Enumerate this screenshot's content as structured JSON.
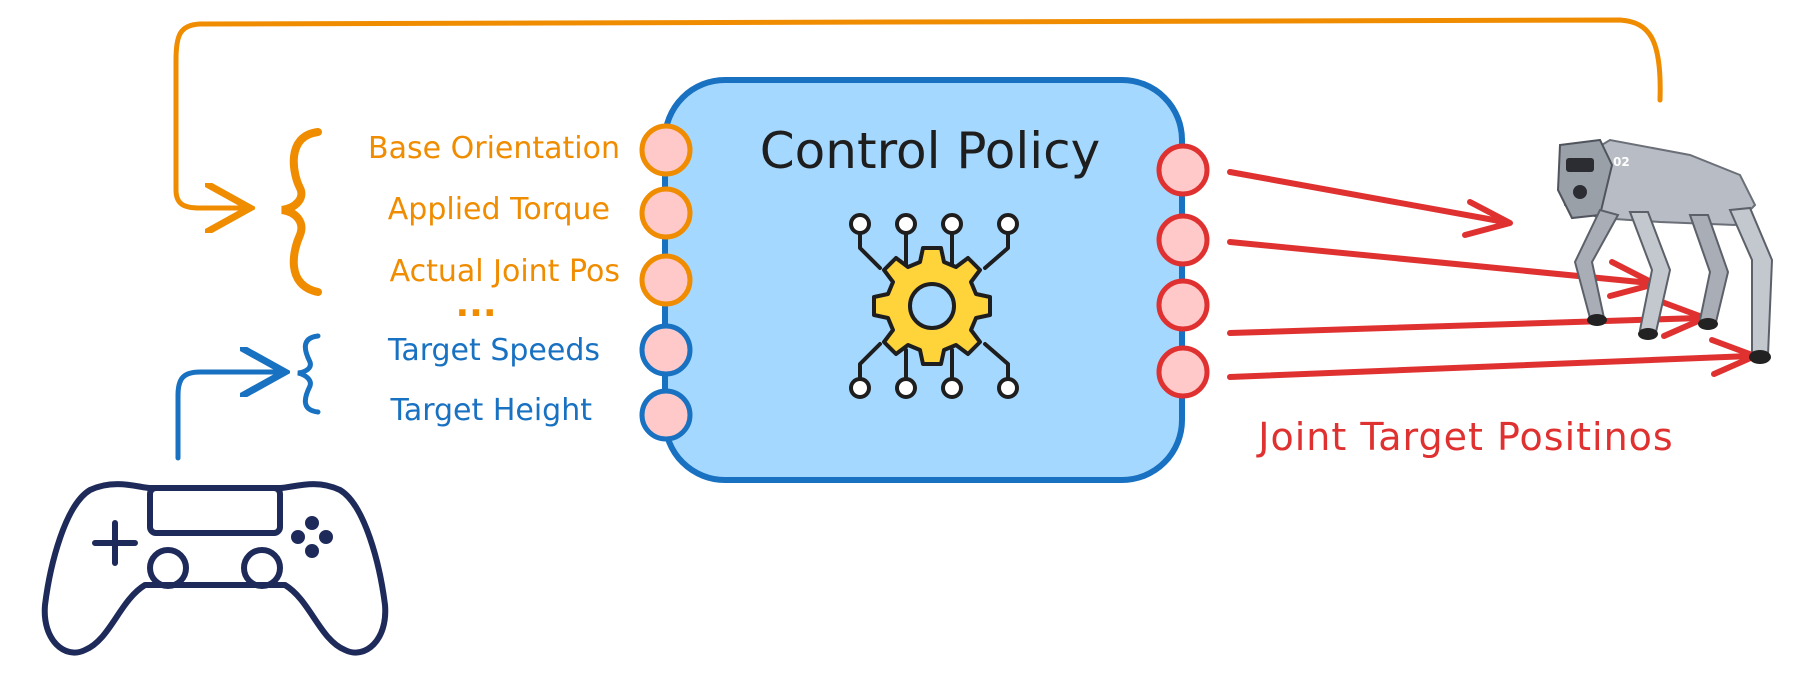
{
  "policy": {
    "title": "Control Policy",
    "fill_color": "#a5d8ff",
    "border_color": "#1971c2",
    "icon": "gear-circuit-icon"
  },
  "inputs": {
    "feedback": [
      {
        "label": "Base Orientation"
      },
      {
        "label": "Applied Torque"
      },
      {
        "label": "Actual Joint Pos"
      }
    ],
    "ellipsis": "...",
    "commands": [
      {
        "label": "Target Speeds"
      },
      {
        "label": "Target Height"
      }
    ]
  },
  "output": {
    "label": "Joint Target Positinos"
  },
  "icons": {
    "controller": "gamepad-icon",
    "robot": "quadruped-robot-icon"
  },
  "colors": {
    "feedback": "#f08c00",
    "command": "#1971c2",
    "output": "#e03131",
    "port_fill": "#ffc9c9",
    "controller": "#1e2a5a"
  }
}
